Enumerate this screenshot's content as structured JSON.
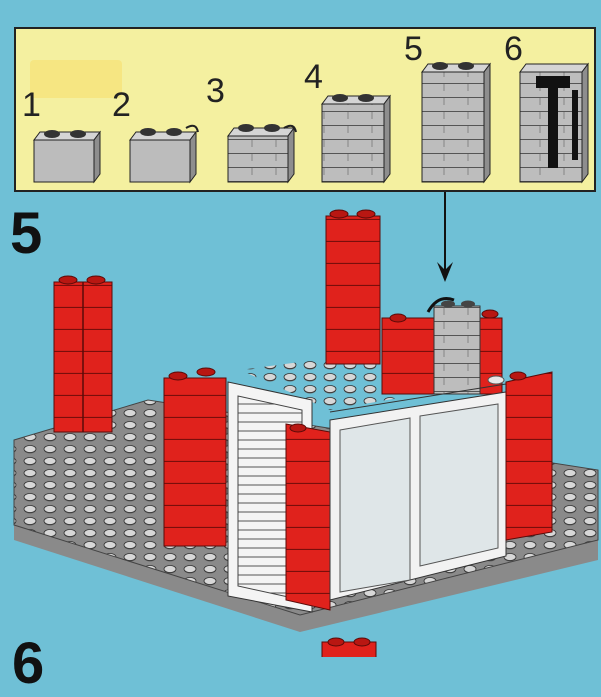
{
  "substeps": [
    {
      "label": "1"
    },
    {
      "label": "2"
    },
    {
      "label": "3"
    },
    {
      "label": "4"
    },
    {
      "label": "5"
    },
    {
      "label": "6"
    }
  ],
  "main_step": {
    "label": "5"
  },
  "next_step": {
    "label": "6"
  },
  "colors": {
    "background": "#6fc0d6",
    "panel": "#f4f0a0",
    "brick_red": "#e0221c",
    "brick_grey": "#b8b8b8",
    "baseplate": "#9a9a9a",
    "window_frame": "#f2f2f2"
  }
}
